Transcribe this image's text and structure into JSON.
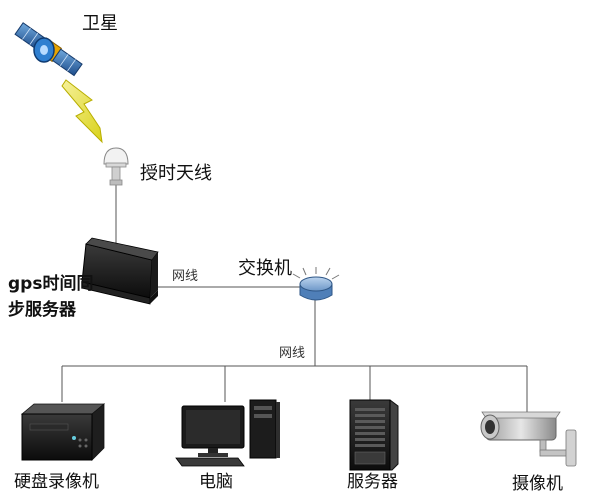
{
  "satellite": {
    "label": "卫星",
    "icon": "satellite-icon"
  },
  "antenna": {
    "label": "授时天线",
    "icon": "gps-antenna-icon"
  },
  "gps_server": {
    "label_prefix": "gps",
    "label_line1": "时间同",
    "label_line2": "步服务器",
    "icon": "rack-server-icon"
  },
  "switch": {
    "label": "交换机",
    "icon": "network-switch-icon"
  },
  "link_server_switch": {
    "label": "网线"
  },
  "link_switch_devices": {
    "label": "网线"
  },
  "devices": [
    {
      "label": "硬盘录像机",
      "icon": "dvr-icon"
    },
    {
      "label": "电脑",
      "icon": "computer-icon"
    },
    {
      "label": "服务器",
      "icon": "tower-server-icon"
    },
    {
      "label": "摄像机",
      "icon": "camera-icon"
    }
  ]
}
